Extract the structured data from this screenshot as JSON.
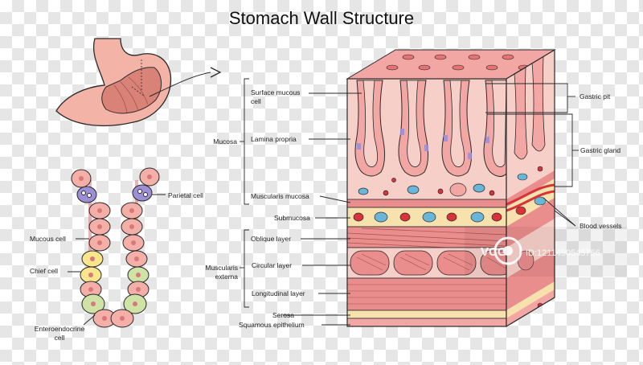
{
  "title": "Stomach Wall Structure",
  "labels": {
    "surface_mucous_cell": [
      "Surface mucous",
      "cell"
    ],
    "lamina_propria": "Lamina propria",
    "mucosa": "Mucosa",
    "muscularis_mucosa": "Muscularis mucosa",
    "submucosa": "Submucosa",
    "oblique_layer": "Oblique layer",
    "circular_layer": "Circular layer",
    "muscularis_externa": [
      "Muscularis",
      "externa"
    ],
    "longitudinal_layer": "Longitudinal layer",
    "serosa": "Serosa",
    "squamous_epithelium": "Squamous epithelium",
    "gastric_pit": "Gastric pit",
    "gastric_gland": "Gastric gland",
    "blood_vessels": "Blood vessels",
    "parietal_cell": "Parietal cell",
    "mucous_cell": "Mucous cell",
    "chief_cell": "Chief cell",
    "enteroendocrine_cell": [
      "Enteroendocrine",
      "cell"
    ]
  },
  "watermark": {
    "brand": "VCG",
    "id": "ID:1211490545756"
  },
  "colors": {
    "outline": "#2a2a2a",
    "epithelium_pink": "#f4b8b8",
    "tissue_pink": "#f7cfc9",
    "dark_pink": "#d97878",
    "muscle_red": "#e98d8d",
    "submucosa_yellow": "#f7e2ae",
    "blood_red": "#d9323a",
    "cell_blue": "#6ab6d8",
    "parietal_purple": "#9c8fd6",
    "chief_yellow": "#f9e58c",
    "entero_green": "#cfe3a6"
  }
}
